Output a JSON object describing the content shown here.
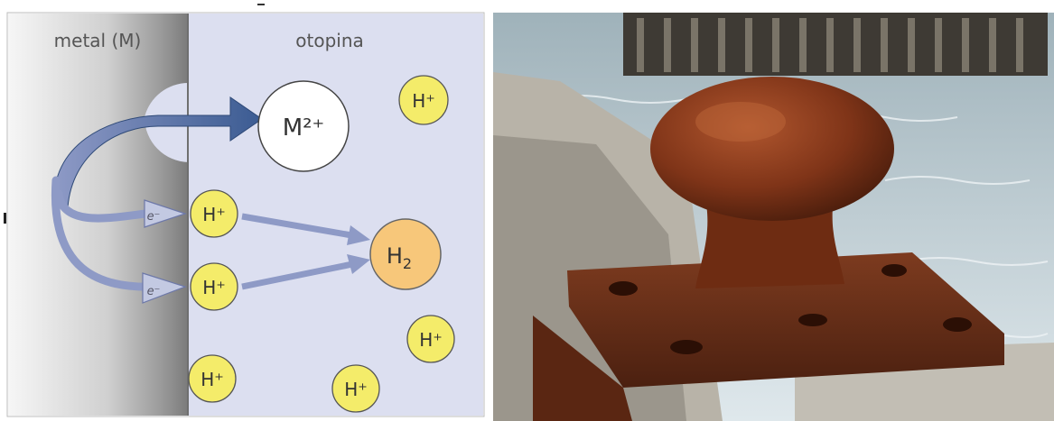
{
  "diagram": {
    "labels": {
      "metal": "metal (M)",
      "solution": "otopina"
    },
    "ions": {
      "metal_ion": "M²⁺",
      "hydrogen_ion": "H⁺",
      "hydrogen_gas_base": "H",
      "hydrogen_gas_sub": "2",
      "electron": "e⁻"
    },
    "colors": {
      "solution": "#dcdff0",
      "metal_light": "#f5f5f5",
      "metal_dark": "#8c8c8c",
      "hydrogen_ion": "#f4ec6a",
      "hydrogen_gas": "#f7c77a",
      "metal_ion": "#ffffff",
      "arrow": "#9aa3c8",
      "arrow_dark": "#3e5f93"
    }
  },
  "photo": {
    "subject": "rusted-bollard",
    "colors": {
      "rust": "#8a3a1c",
      "water": "#c9d6dc",
      "concrete": "#bdb8ae",
      "pier": "#4a4640"
    }
  }
}
